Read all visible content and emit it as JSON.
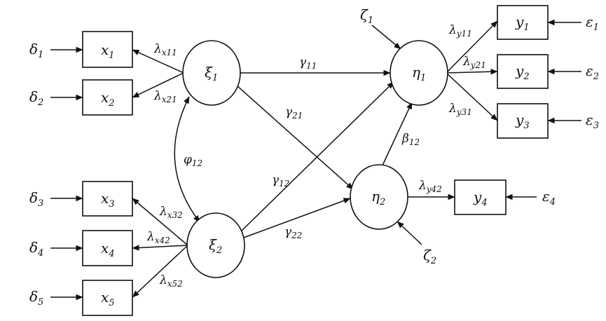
{
  "observed": {
    "x1": {
      "sym": "x",
      "sub": "1"
    },
    "x2": {
      "sym": "x",
      "sub": "2"
    },
    "x3": {
      "sym": "x",
      "sub": "3"
    },
    "x4": {
      "sym": "x",
      "sub": "4"
    },
    "x5": {
      "sym": "x",
      "sub": "5"
    },
    "y1": {
      "sym": "y",
      "sub": "1"
    },
    "y2": {
      "sym": "y",
      "sub": "2"
    },
    "y3": {
      "sym": "y",
      "sub": "3"
    },
    "y4": {
      "sym": "y",
      "sub": "4"
    }
  },
  "latent": {
    "xi1": {
      "sym": "ξ",
      "sub": "1"
    },
    "xi2": {
      "sym": "ξ",
      "sub": "2"
    },
    "eta1": {
      "sym": "η",
      "sub": "1"
    },
    "eta2": {
      "sym": "η",
      "sub": "2"
    }
  },
  "errors": {
    "d1": {
      "sym": "δ",
      "sub": "1"
    },
    "d2": {
      "sym": "δ",
      "sub": "2"
    },
    "d3": {
      "sym": "δ",
      "sub": "3"
    },
    "d4": {
      "sym": "δ",
      "sub": "4"
    },
    "d5": {
      "sym": "δ",
      "sub": "5"
    },
    "e1": {
      "sym": "ε",
      "sub": "1"
    },
    "e2": {
      "sym": "ε",
      "sub": "2"
    },
    "e3": {
      "sym": "ε",
      "sub": "3"
    },
    "e4": {
      "sym": "ε",
      "sub": "4"
    },
    "z1": {
      "sym": "ζ",
      "sub": "1"
    },
    "z2": {
      "sym": "ζ",
      "sub": "2"
    }
  },
  "paths": {
    "lx11": {
      "sym": "λ",
      "sub": "x11"
    },
    "lx21": {
      "sym": "λ",
      "sub": "x21"
    },
    "lx32": {
      "sym": "λ",
      "sub": "x32"
    },
    "lx42": {
      "sym": "λ",
      "sub": "x42"
    },
    "lx52": {
      "sym": "λ",
      "sub": "x52"
    },
    "ly11": {
      "sym": "λ",
      "sub": "y11"
    },
    "ly21": {
      "sym": "λ",
      "sub": "y21"
    },
    "ly31": {
      "sym": "λ",
      "sub": "y31"
    },
    "ly42": {
      "sym": "λ",
      "sub": "y42"
    },
    "g11": {
      "sym": "γ",
      "sub": "11"
    },
    "g21": {
      "sym": "γ",
      "sub": "21"
    },
    "g12": {
      "sym": "γ",
      "sub": "12"
    },
    "g22": {
      "sym": "γ",
      "sub": "22"
    },
    "b12": {
      "sym": "β",
      "sub": "12"
    },
    "phi12": {
      "sym": "φ",
      "sub": "12"
    }
  }
}
